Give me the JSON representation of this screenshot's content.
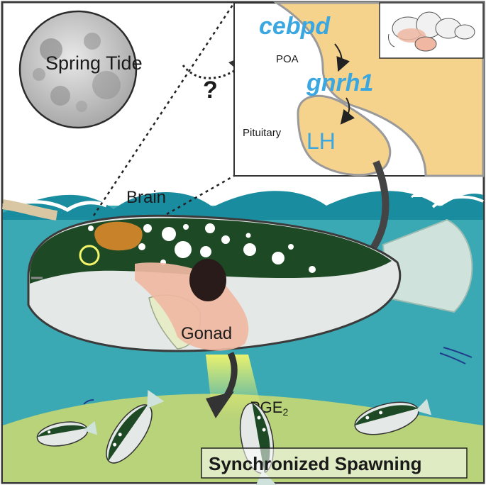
{
  "labels": {
    "moon": "Spring Tide",
    "question": "?",
    "gene1": "cebpd",
    "gene2": "gnrh1",
    "hormone": "LH",
    "poa": "POA",
    "pituitary": "Pituitary",
    "brain": "Brain",
    "gonad": "Gonad",
    "pge": "PGE",
    "pge_sub": "2",
    "title": "Synchronized Spawning"
  },
  "colors": {
    "sea": "#3ba9b4",
    "sand": "#b9d37a",
    "tissue": "#f6d38d",
    "fish_back": "#1d4a25",
    "fish_belly": "#e4e8e6",
    "brain_spot": "#c8822a",
    "gonad": "#f0b7a2",
    "gene_text": "#3aa7e0",
    "arrow": "#333333"
  },
  "icons": [
    "moon-icon",
    "brain-thumbnail-icon",
    "fish-icon"
  ]
}
